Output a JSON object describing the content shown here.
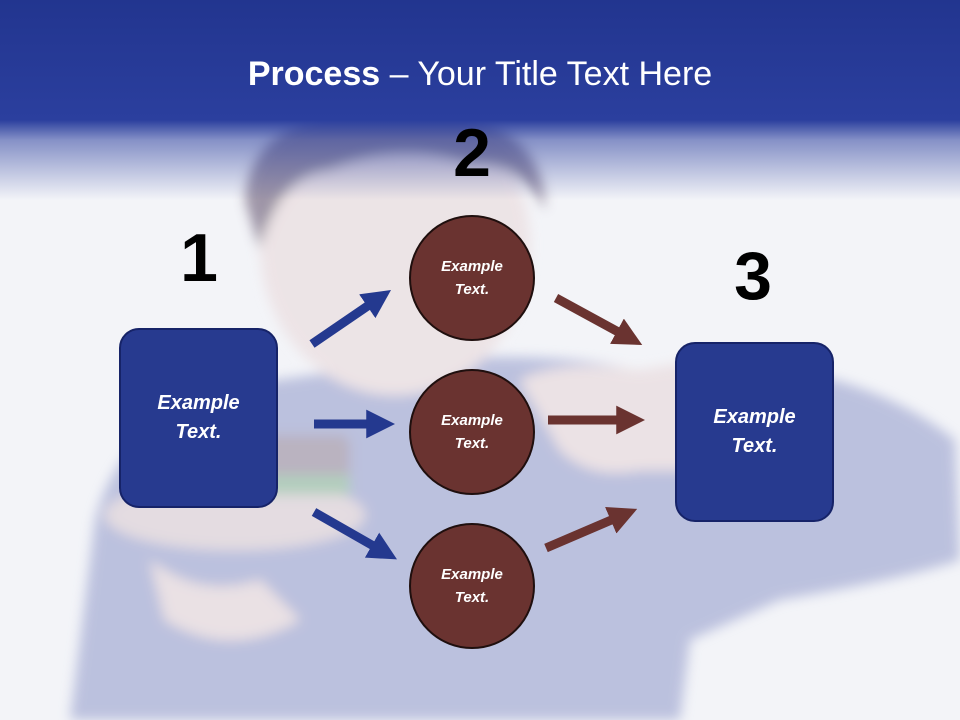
{
  "slide": {
    "title_bold": "Process",
    "title_rest": " – Your Title Text Here",
    "steps": [
      "1",
      "2",
      "3"
    ],
    "source_box": "Example\nText.",
    "circles": [
      "Example\nText.",
      "Example\nText.",
      "Example\nText."
    ],
    "target_box": "Example\nText."
  },
  "colors": {
    "header_blue": "#2b3f9e",
    "box_blue": "#273a8f",
    "circle_brown": "#6a3330",
    "arrow_blue": "#24398f",
    "arrow_brown": "#6a3330"
  }
}
